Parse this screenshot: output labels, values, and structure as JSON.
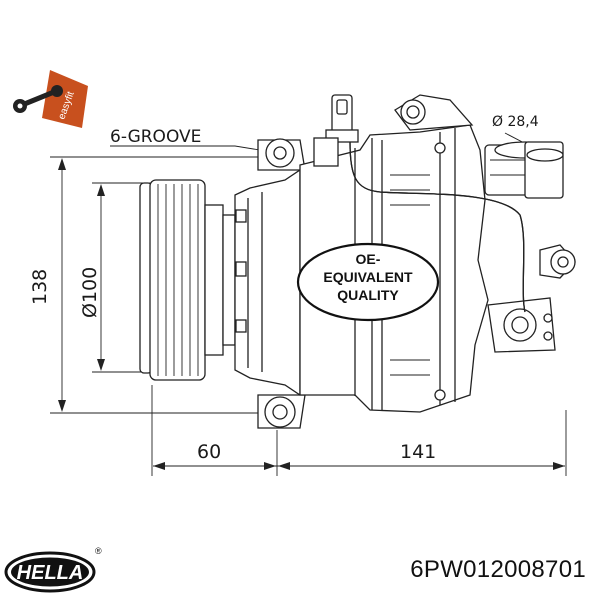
{
  "labels": {
    "groove": "6-GROOVE",
    "port_diameter": "Ø 28,4",
    "height": "138",
    "pulley_diameter": "Ø100",
    "offset": "60",
    "length": "141",
    "stamp_line1": "OE-",
    "stamp_line2": "EQUIVALENT",
    "stamp_line3": "QUALITY",
    "easyfit": "easyfit"
  },
  "brand": {
    "name": "HELLA",
    "registered": "®"
  },
  "part_number": "6PW012008701",
  "colors": {
    "easyfit_badge": "#c8501e",
    "line": "#222222"
  },
  "icons": {
    "easyfit": "wrench-icon"
  }
}
